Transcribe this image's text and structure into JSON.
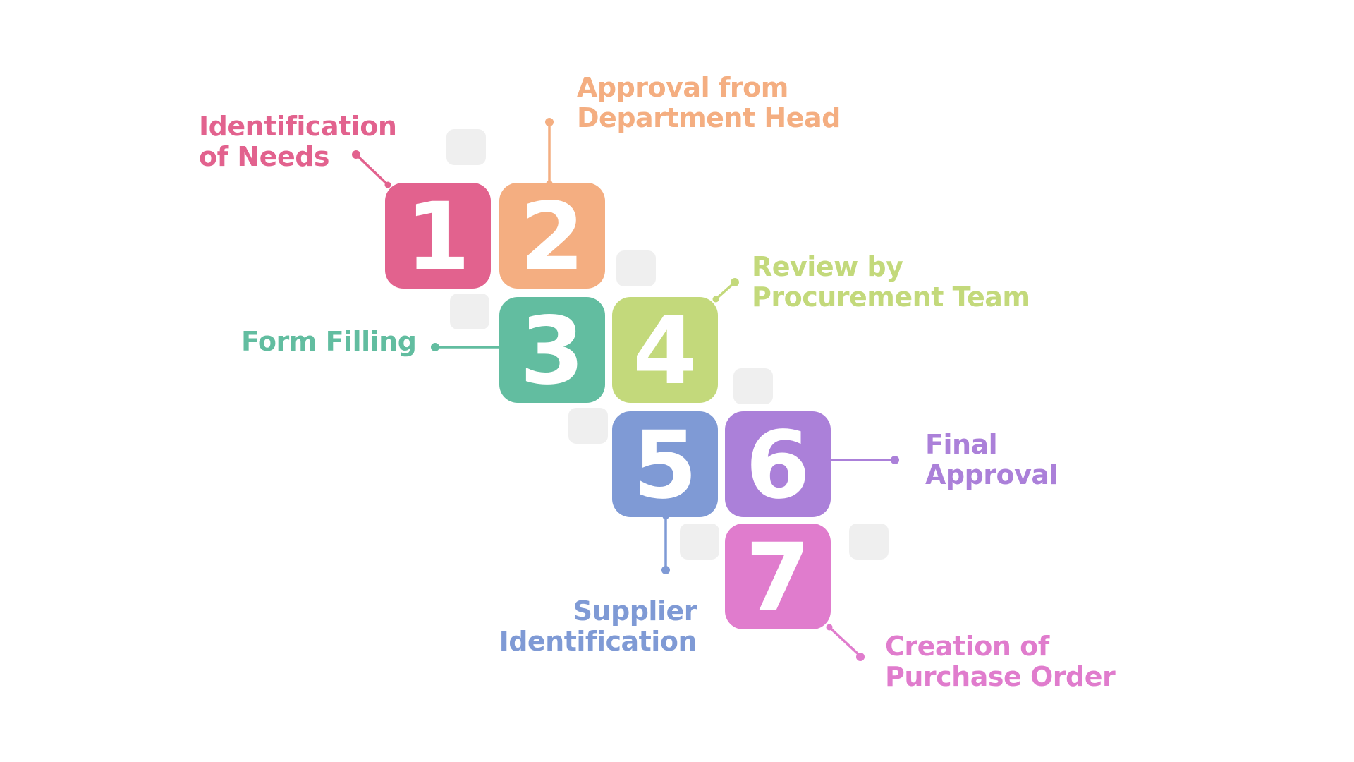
{
  "canvas": {
    "background": "#FFFFFF",
    "decor_color": "#EFEFEF",
    "number_color": "#FFFFFF"
  },
  "steps": [
    {
      "number": "1",
      "label": "Identification of Needs",
      "label_lines": [
        "Identification",
        "of Needs"
      ],
      "color": "#E2628E"
    },
    {
      "number": "2",
      "label": "Approval from Department Head",
      "label_lines": [
        "Approval from",
        "Department Head"
      ],
      "color": "#F4AE81"
    },
    {
      "number": "3",
      "label": "Form Filling",
      "label_lines": [
        "Form Filling"
      ],
      "color": "#62BDA0"
    },
    {
      "number": "4",
      "label": "Review by Procurement Team",
      "label_lines": [
        "Review by",
        "Procurement Team"
      ],
      "color": "#C3D97B"
    },
    {
      "number": "5",
      "label": "Supplier Identification",
      "label_lines": [
        "Supplier",
        "Identification"
      ],
      "color": "#7F9AD5"
    },
    {
      "number": "6",
      "label": "Final Approval",
      "label_lines": [
        "Final",
        "Approval"
      ],
      "color": "#AB80D9"
    },
    {
      "number": "7",
      "label": "Creation of Purchase Order",
      "label_lines": [
        "Creation of",
        "Purchase Order"
      ],
      "color": "#E07CCD"
    }
  ]
}
